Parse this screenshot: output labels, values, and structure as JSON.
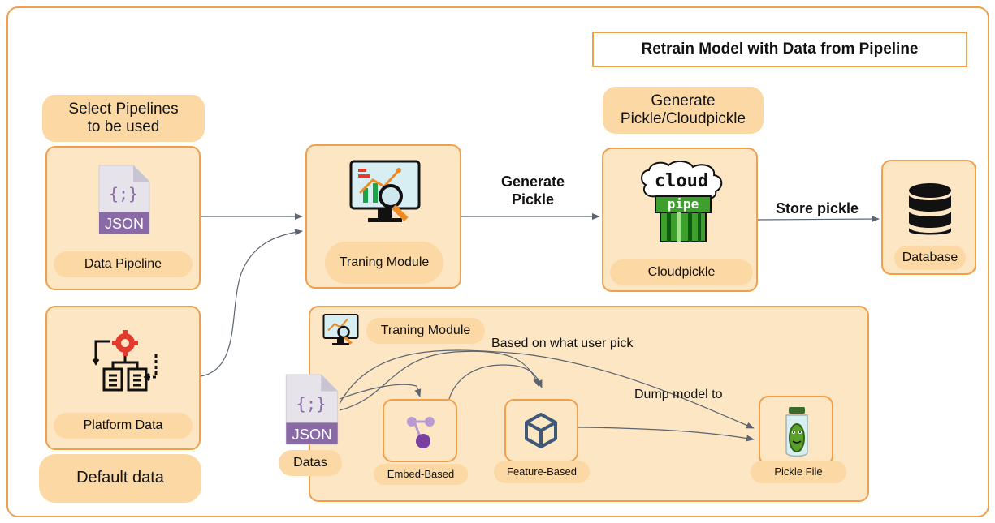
{
  "title": "Retrain Model with Data from Pipeline",
  "callouts": {
    "select_pipelines": "Select Pipelines\nto be used",
    "default_data": "Default data",
    "generate_cloudpickle": "Generate\nPickle/Cloudpickle"
  },
  "nodes": {
    "data_pipeline": "Data Pipeline",
    "platform_data": "Platform Data",
    "training_module": "Traning Module",
    "cloudpickle": "Cloudpickle",
    "database": "Database"
  },
  "edges": {
    "generate_pickle": "Generate\nPickle",
    "store_pickle": "Store pickle"
  },
  "detail": {
    "header": "Traning Module",
    "based_on": "Based on what user pick",
    "dump_model": "Dump model to",
    "datas": "Datas",
    "embed_based": "Embed-Based",
    "feature_based": "Feature-Based",
    "pickle_file": "Pickle File"
  },
  "icons": {
    "json_text": "JSON",
    "json_braces": "{;}",
    "cloud_text": "cloud",
    "pipe_text": "pipe"
  },
  "colors": {
    "accent": "#f0a04b",
    "node_fill": "#fde6c4",
    "pill_fill": "#fcd9a4",
    "json_purple": "#8a6aa6",
    "embed_purple": "#7b3fa1",
    "feature_blue": "#3c5a78",
    "pipe_green": "#3ea02c"
  }
}
